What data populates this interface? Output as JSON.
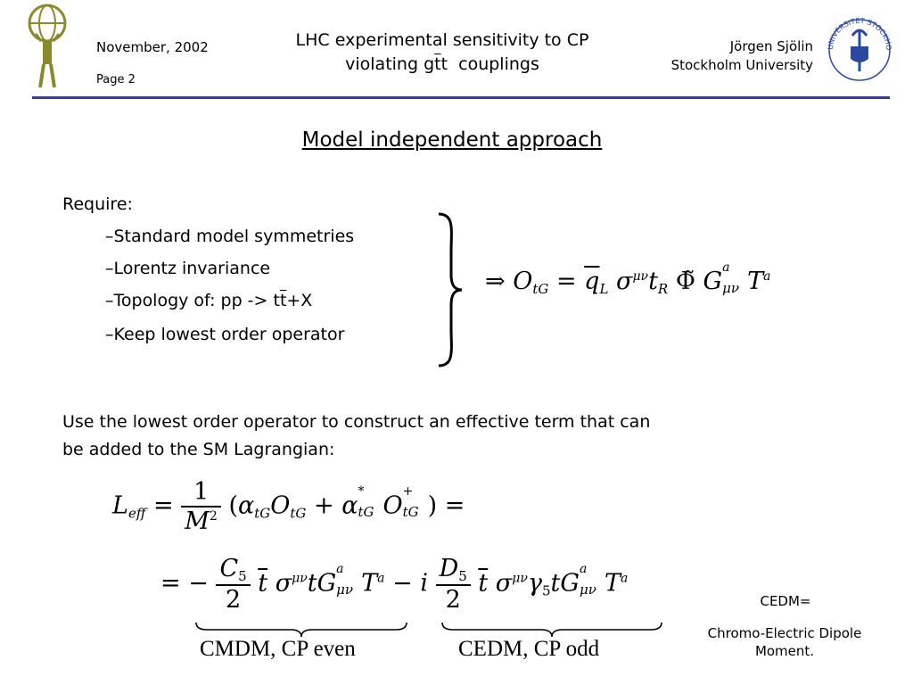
{
  "header": {
    "date": "November, 2002",
    "page": "Page 2",
    "title_line1": "LHC experimental sensitivity to CP",
    "title_line2_prefix": "violating g",
    "title_line2_tbar": "t",
    "title_line2_t": "t",
    "title_line2_suffix": "  couplings",
    "author": "Jörgen Sjölin",
    "affiliation": "Stockholm University",
    "seal_text": "UNIVERSITET STOCKHOLMS"
  },
  "slide": {
    "heading": "Model independent approach",
    "require_label": "Require:",
    "requirements": [
      "–Standard model symmetries",
      "–Lorentz invariance",
      "–Topology of: pp -> t",
      "–Keep lowest order operator"
    ],
    "topology_tbar": "t",
    "topology_suffix": "+X",
    "paragraph_line1": "Use the lowest order operator to construct an effective term that can",
    "paragraph_line2": "be added to the SM Lagrangian:",
    "cmdm_label": "CMDM, CP even",
    "cedm_label": "CEDM, CP odd",
    "cedm_note_line1": "CEDM=",
    "cedm_note_line2": "Chromo-Electric Dipole",
    "cedm_note_line3": "Moment."
  },
  "colors": {
    "rule": "#3b3b8f",
    "logo": "#8a8a2a",
    "seal": "#2a4aa0"
  }
}
